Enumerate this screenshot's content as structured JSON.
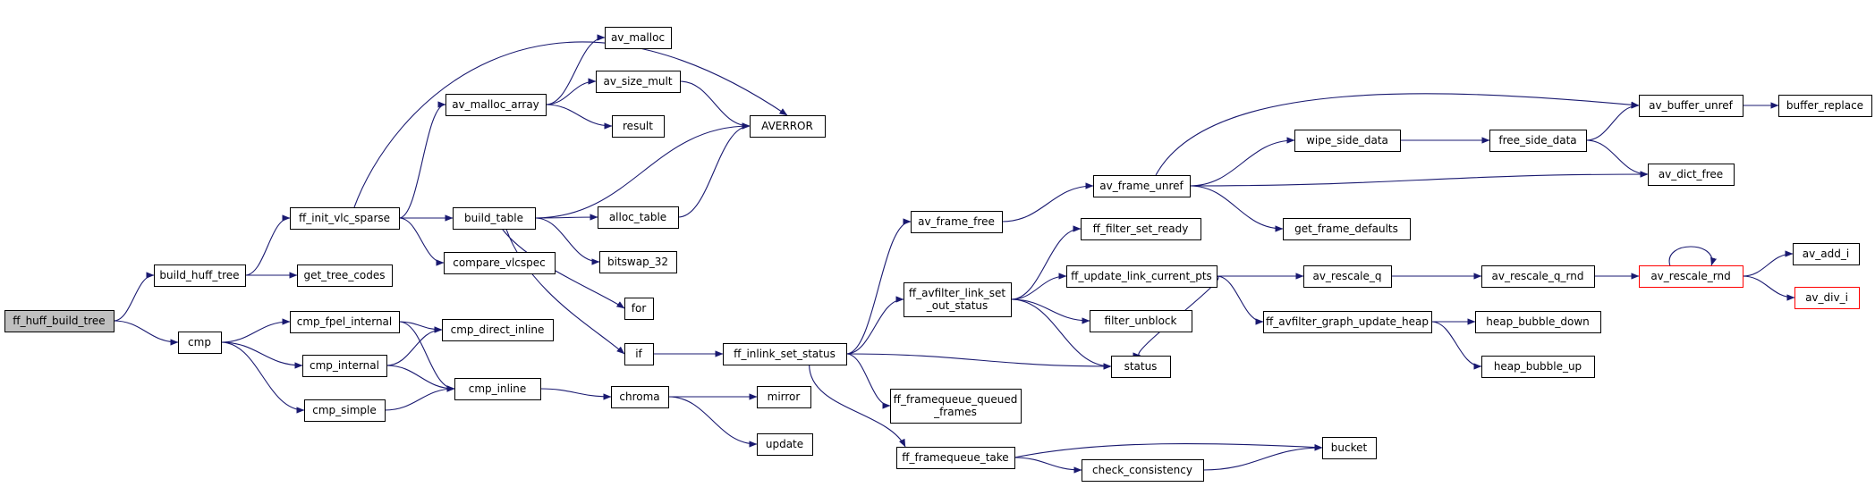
{
  "diagram": {
    "colors": {
      "edge": "#191970",
      "root_fill": "#bfbfbf",
      "truncated_border": "#ff0000",
      "node_border": "#000000"
    },
    "nodes": [
      {
        "id": "ff_huff_build_tree",
        "lines": [
          "ff_huff_build_tree"
        ],
        "style": "root"
      },
      {
        "id": "build_huff_tree",
        "lines": [
          "build_huff_tree"
        ]
      },
      {
        "id": "cmp",
        "lines": [
          "cmp"
        ]
      },
      {
        "id": "ff_init_vlc_sparse",
        "lines": [
          "ff_init_vlc_sparse"
        ]
      },
      {
        "id": "get_tree_codes",
        "lines": [
          "get_tree_codes"
        ]
      },
      {
        "id": "cmp_fpel_internal",
        "lines": [
          "cmp_fpel_internal"
        ]
      },
      {
        "id": "cmp_internal",
        "lines": [
          "cmp_internal"
        ]
      },
      {
        "id": "cmp_simple",
        "lines": [
          "cmp_simple"
        ]
      },
      {
        "id": "av_malloc_array",
        "lines": [
          "av_malloc_array"
        ]
      },
      {
        "id": "build_table",
        "lines": [
          "build_table"
        ]
      },
      {
        "id": "compare_vlcspec",
        "lines": [
          "compare_vlcspec"
        ]
      },
      {
        "id": "cmp_direct_inline",
        "lines": [
          "cmp_direct_inline"
        ]
      },
      {
        "id": "cmp_inline",
        "lines": [
          "cmp_inline"
        ]
      },
      {
        "id": "av_malloc",
        "lines": [
          "av_malloc"
        ]
      },
      {
        "id": "av_size_mult",
        "lines": [
          "av_size_mult"
        ]
      },
      {
        "id": "result",
        "lines": [
          "result"
        ]
      },
      {
        "id": "AVERROR",
        "lines": [
          "AVERROR"
        ]
      },
      {
        "id": "alloc_table",
        "lines": [
          "alloc_table"
        ]
      },
      {
        "id": "bitswap_32",
        "lines": [
          "bitswap_32"
        ]
      },
      {
        "id": "for",
        "lines": [
          "for"
        ]
      },
      {
        "id": "if",
        "lines": [
          "if"
        ]
      },
      {
        "id": "chroma",
        "lines": [
          "chroma"
        ]
      },
      {
        "id": "mirror",
        "lines": [
          "mirror"
        ]
      },
      {
        "id": "update",
        "lines": [
          "update"
        ]
      },
      {
        "id": "ff_inlink_set_status",
        "lines": [
          "ff_inlink_set_status"
        ]
      },
      {
        "id": "av_frame_free",
        "lines": [
          "av_frame_free"
        ]
      },
      {
        "id": "ff_avfilter_link_set_out_status",
        "lines": [
          "ff_avfilter_link_set",
          "_out_status"
        ]
      },
      {
        "id": "ff_framequeue_queued_frames",
        "lines": [
          "ff_framequeue_queued",
          "_frames"
        ]
      },
      {
        "id": "ff_framequeue_take",
        "lines": [
          "ff_framequeue_take"
        ]
      },
      {
        "id": "av_frame_unref",
        "lines": [
          "av_frame_unref"
        ]
      },
      {
        "id": "ff_filter_set_ready",
        "lines": [
          "ff_filter_set_ready"
        ]
      },
      {
        "id": "ff_update_link_current_pts",
        "lines": [
          "ff_update_link_current_pts"
        ]
      },
      {
        "id": "filter_unblock",
        "lines": [
          "filter_unblock"
        ]
      },
      {
        "id": "status",
        "lines": [
          "status"
        ]
      },
      {
        "id": "check_consistency",
        "lines": [
          "check_consistency"
        ]
      },
      {
        "id": "bucket",
        "lines": [
          "bucket"
        ]
      },
      {
        "id": "wipe_side_data",
        "lines": [
          "wipe_side_data"
        ]
      },
      {
        "id": "get_frame_defaults",
        "lines": [
          "get_frame_defaults"
        ]
      },
      {
        "id": "av_rescale_q",
        "lines": [
          "av_rescale_q"
        ]
      },
      {
        "id": "ff_avfilter_graph_update_heap",
        "lines": [
          "ff_avfilter_graph_update_heap"
        ]
      },
      {
        "id": "free_side_data",
        "lines": [
          "free_side_data"
        ]
      },
      {
        "id": "av_rescale_q_rnd",
        "lines": [
          "av_rescale_q_rnd"
        ]
      },
      {
        "id": "heap_bubble_down",
        "lines": [
          "heap_bubble_down"
        ]
      },
      {
        "id": "heap_bubble_up",
        "lines": [
          "heap_bubble_up"
        ]
      },
      {
        "id": "av_buffer_unref",
        "lines": [
          "av_buffer_unref"
        ]
      },
      {
        "id": "av_dict_free",
        "lines": [
          "av_dict_free"
        ]
      },
      {
        "id": "av_rescale_rnd",
        "lines": [
          "av_rescale_rnd"
        ],
        "style": "truncated"
      },
      {
        "id": "buffer_replace",
        "lines": [
          "buffer_replace"
        ]
      },
      {
        "id": "av_add_i",
        "lines": [
          "av_add_i"
        ]
      },
      {
        "id": "av_div_i",
        "lines": [
          "av_div_i"
        ],
        "style": "truncated"
      }
    ],
    "edges": [
      [
        "ff_huff_build_tree",
        "build_huff_tree"
      ],
      [
        "ff_huff_build_tree",
        "cmp"
      ],
      [
        "build_huff_tree",
        "ff_init_vlc_sparse"
      ],
      [
        "build_huff_tree",
        "get_tree_codes"
      ],
      [
        "ff_init_vlc_sparse",
        "av_malloc_array"
      ],
      [
        "ff_init_vlc_sparse",
        "AVERROR"
      ],
      [
        "ff_init_vlc_sparse",
        "build_table"
      ],
      [
        "ff_init_vlc_sparse",
        "compare_vlcspec"
      ],
      [
        "av_malloc_array",
        "av_malloc"
      ],
      [
        "av_malloc_array",
        "av_size_mult"
      ],
      [
        "av_malloc_array",
        "result"
      ],
      [
        "av_size_mult",
        "AVERROR"
      ],
      [
        "build_table",
        "AVERROR"
      ],
      [
        "build_table",
        "alloc_table"
      ],
      [
        "build_table",
        "bitswap_32"
      ],
      [
        "build_table",
        "for"
      ],
      [
        "build_table",
        "if"
      ],
      [
        "alloc_table",
        "AVERROR"
      ],
      [
        "cmp",
        "cmp_fpel_internal"
      ],
      [
        "cmp",
        "cmp_internal"
      ],
      [
        "cmp",
        "cmp_simple"
      ],
      [
        "cmp_fpel_internal",
        "cmp_direct_inline"
      ],
      [
        "cmp_fpel_internal",
        "cmp_inline"
      ],
      [
        "cmp_internal",
        "cmp_direct_inline"
      ],
      [
        "cmp_internal",
        "cmp_inline"
      ],
      [
        "cmp_simple",
        "cmp_inline"
      ],
      [
        "cmp_inline",
        "chroma"
      ],
      [
        "chroma",
        "mirror"
      ],
      [
        "chroma",
        "update"
      ],
      [
        "if",
        "ff_inlink_set_status"
      ],
      [
        "ff_inlink_set_status",
        "av_frame_free"
      ],
      [
        "ff_inlink_set_status",
        "ff_avfilter_link_set_out_status"
      ],
      [
        "ff_inlink_set_status",
        "status"
      ],
      [
        "ff_inlink_set_status",
        "ff_framequeue_queued_frames"
      ],
      [
        "ff_inlink_set_status",
        "ff_framequeue_take"
      ],
      [
        "av_frame_free",
        "av_frame_unref"
      ],
      [
        "ff_avfilter_link_set_out_status",
        "ff_filter_set_ready"
      ],
      [
        "ff_avfilter_link_set_out_status",
        "ff_update_link_current_pts"
      ],
      [
        "ff_avfilter_link_set_out_status",
        "filter_unblock"
      ],
      [
        "ff_avfilter_link_set_out_status",
        "status"
      ],
      [
        "ff_framequeue_take",
        "check_consistency"
      ],
      [
        "ff_framequeue_take",
        "bucket"
      ],
      [
        "check_consistency",
        "bucket"
      ],
      [
        "av_frame_unref",
        "av_buffer_unref"
      ],
      [
        "av_frame_unref",
        "wipe_side_data"
      ],
      [
        "av_frame_unref",
        "av_dict_free"
      ],
      [
        "av_frame_unref",
        "get_frame_defaults"
      ],
      [
        "wipe_side_data",
        "free_side_data"
      ],
      [
        "free_side_data",
        "av_buffer_unref"
      ],
      [
        "free_side_data",
        "av_dict_free"
      ],
      [
        "av_buffer_unref",
        "buffer_replace"
      ],
      [
        "ff_update_link_current_pts",
        "av_rescale_q"
      ],
      [
        "ff_update_link_current_pts",
        "ff_avfilter_graph_update_heap"
      ],
      [
        "ff_update_link_current_pts",
        "status"
      ],
      [
        "av_rescale_q",
        "av_rescale_q_rnd"
      ],
      [
        "av_rescale_q_rnd",
        "av_rescale_rnd"
      ],
      [
        "av_rescale_rnd",
        "av_rescale_rnd"
      ],
      [
        "av_rescale_rnd",
        "av_add_i"
      ],
      [
        "av_rescale_rnd",
        "av_div_i"
      ],
      [
        "ff_avfilter_graph_update_heap",
        "heap_bubble_down"
      ],
      [
        "ff_avfilter_graph_update_heap",
        "heap_bubble_up"
      ]
    ]
  }
}
